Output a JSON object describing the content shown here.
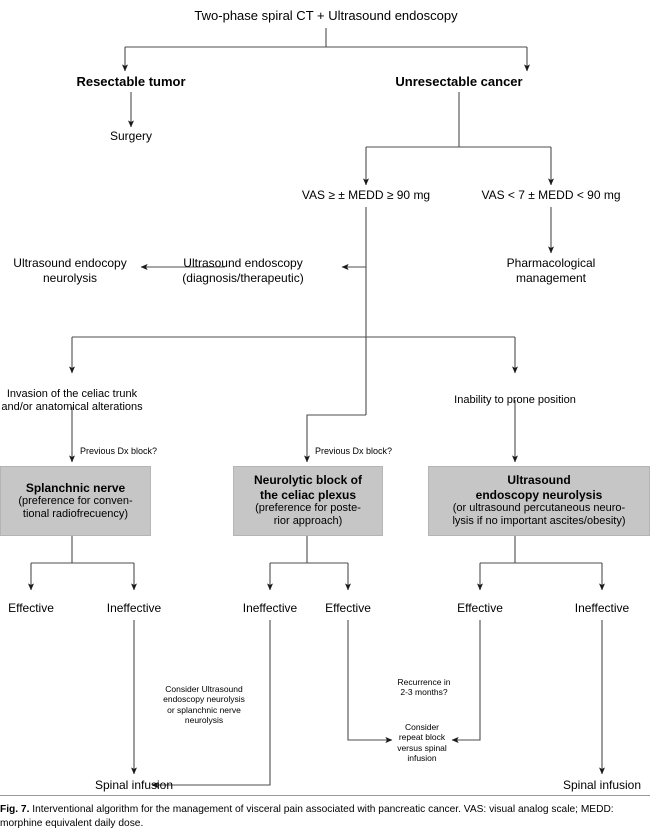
{
  "figure": {
    "label": "Fig. 7.",
    "caption": "Interventional algorithm for the management of visceral pain associated with pancreatic cancer. VAS: visual analog scale; MEDD: morphine equivalent daily dose."
  },
  "nodes": {
    "root": "Two-phase spiral CT + Ultrasound endoscopy",
    "resectable": "Resectable tumor",
    "unresectable": "Unresectable cancer",
    "surgery": "Surgery",
    "vas_high": "VAS ≥ ± MEDD ≥ 90 mg",
    "vas_low": "VAS < 7 ± MEDD < 90 mg",
    "pharmacological": "Pharmacological\nmanagement",
    "us_endoscopy_diag_l1": "Ultrasound endoscopy",
    "us_endoscopy_diag_l2": "(diagnosis/therapeutic)",
    "us_endocopy_neuro_l1": "Ultrasound endocopy",
    "us_endocopy_neuro_l2": "neurolysis",
    "invasion_l1": "Invasion of the celiac trunk",
    "invasion_l2": "and/or anatomical alterations",
    "inability_prone": "Inability to prone position",
    "prev_dx_block_left": "Previous Dx block?",
    "prev_dx_block_mid": "Previous Dx block?",
    "consider_us_l1": "Consider Ultrasound",
    "consider_us_l2": "endoscopy neurolysis",
    "consider_us_l3": "or splanchnic nerve",
    "consider_us_l4": "neurolysis",
    "recurrence_l1": "Recurrence in",
    "recurrence_l2": "2-3 months?",
    "repeat_block_l1": "Consider",
    "repeat_block_l2": "repeat block",
    "repeat_block_l3": "versus spinal",
    "repeat_block_l4": "infusion",
    "spinal_infusion_left": "Spinal infusion",
    "spinal_infusion_right": "Spinal infusion"
  },
  "boxes": {
    "splanchnic": {
      "head": "Splanchnic nerve",
      "sub_l1": "(preference for conven-",
      "sub_l2": "tional radiofrecuency)"
    },
    "neurolytic": {
      "head_l1": "Neurolytic block of",
      "head_l2": "the celiac plexus",
      "sub_l1": "(preference for poste-",
      "sub_l2": "rior approach)"
    },
    "ultrasound": {
      "head_l1": "Ultrasound",
      "head_l2": "endoscopy neurolysis",
      "sub_l1": "(or ultrasound percutaneous neuro-",
      "sub_l2": "lysis if no important ascites/obesity)"
    }
  },
  "outcomes": {
    "left_effective": "Effective",
    "left_ineffective": "Ineffective",
    "mid_ineffective": "Ineffective",
    "mid_effective": "Effective",
    "right_effective": "Effective",
    "right_ineffective": "Ineffective"
  },
  "colors": {
    "box_fill": "#c6c6c6",
    "line": "#4d4d4d",
    "text": "#000000",
    "background": "#ffffff"
  },
  "chart_data": {
    "type": "flowchart",
    "title": "Interventional algorithm for the management of visceral pain associated with pancreatic cancer",
    "edges": [
      {
        "from": "Two-phase spiral CT + Ultrasound endoscopy",
        "to": "Resectable tumor"
      },
      {
        "from": "Two-phase spiral CT + Ultrasound endoscopy",
        "to": "Unresectable cancer"
      },
      {
        "from": "Resectable tumor",
        "to": "Surgery"
      },
      {
        "from": "Unresectable cancer",
        "to": "VAS ≥ ± MEDD ≥ 90 mg"
      },
      {
        "from": "Unresectable cancer",
        "to": "VAS < 7 ± MEDD < 90 mg"
      },
      {
        "from": "VAS < 7 ± MEDD < 90 mg",
        "to": "Pharmacological management"
      },
      {
        "from": "VAS ≥ ± MEDD ≥ 90 mg",
        "to": "Ultrasound endoscopy (diagnosis/therapeutic)"
      },
      {
        "from": "Ultrasound endoscopy (diagnosis/therapeutic)",
        "to": "Ultrasound endocopy neurolysis"
      },
      {
        "from": "VAS ≥ ± MEDD ≥ 90 mg",
        "to": "Invasion of the celiac trunk and/or anatomical alterations"
      },
      {
        "from": "VAS ≥ ± MEDD ≥ 90 mg",
        "to": "Inability to prone position"
      },
      {
        "from": "VAS ≥ ± MEDD ≥ 90 mg",
        "to": "Neurolytic block of the celiac plexus",
        "label": "Previous Dx block?"
      },
      {
        "from": "Invasion of the celiac trunk and/or anatomical alterations",
        "to": "Splanchnic nerve",
        "label": "Previous Dx block?"
      },
      {
        "from": "Inability to prone position",
        "to": "Ultrasound endoscopy neurolysis"
      },
      {
        "from": "Splanchnic nerve",
        "to": "Effective"
      },
      {
        "from": "Splanchnic nerve",
        "to": "Ineffective"
      },
      {
        "from": "Neurolytic block of the celiac plexus",
        "to": "Ineffective"
      },
      {
        "from": "Neurolytic block of the celiac plexus",
        "to": "Effective"
      },
      {
        "from": "Ultrasound endoscopy neurolysis",
        "to": "Effective"
      },
      {
        "from": "Ultrasound endoscopy neurolysis",
        "to": "Ineffective"
      },
      {
        "from": "Ineffective (splanchnic)",
        "to": "Spinal infusion"
      },
      {
        "from": "Ineffective (neurolytic)",
        "to": "Spinal infusion",
        "label": "Consider Ultrasound endoscopy neurolysis or splanchnic nerve neurolysis"
      },
      {
        "from": "Effective (neurolytic)",
        "to": "Consider repeat block versus spinal infusion",
        "label": "Recurrence in 2-3 months?"
      },
      {
        "from": "Effective (ultrasound)",
        "to": "Consider repeat block versus spinal infusion"
      },
      {
        "from": "Ineffective (ultrasound)",
        "to": "Spinal infusion"
      }
    ]
  }
}
